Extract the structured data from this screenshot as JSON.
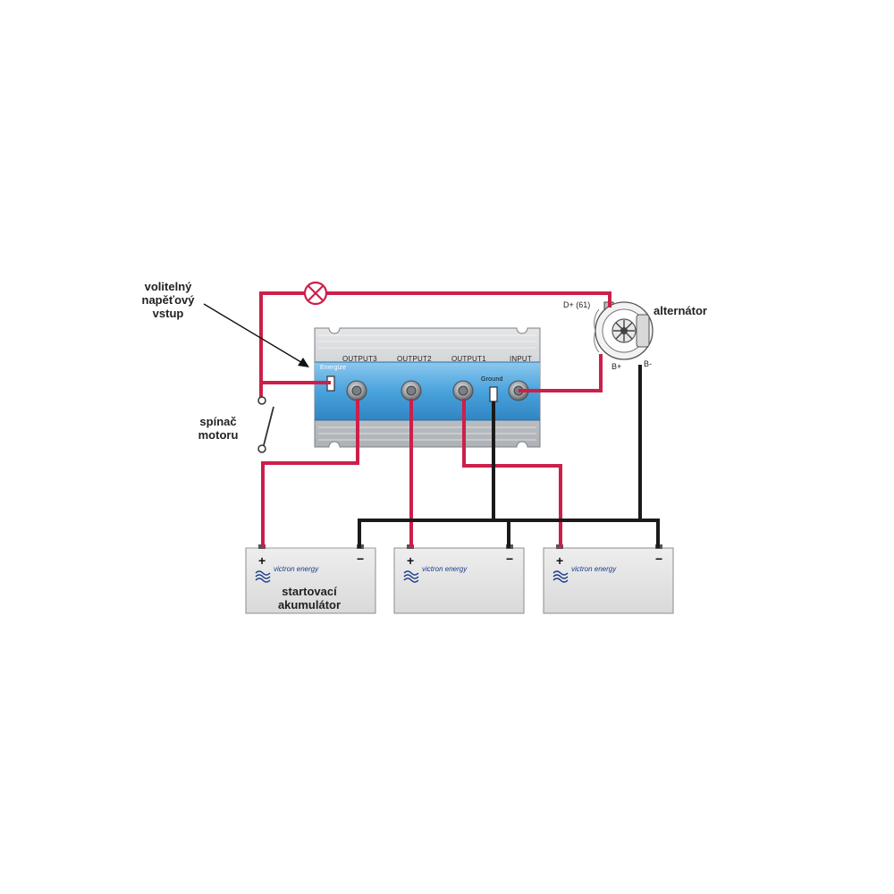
{
  "labels": {
    "optional_input": [
      "volitelný",
      "napěťový",
      "vstup"
    ],
    "motor_switch": [
      "spínač",
      "motoru"
    ],
    "alternator": "alternátor",
    "starter_battery": [
      "startovací",
      "akumulátor"
    ]
  },
  "isolator": {
    "terminals": [
      "OUTPUT3",
      "OUTPUT2",
      "OUTPUT1",
      "INPUT"
    ],
    "energize": "Energize",
    "ground": "Ground"
  },
  "alternator_terminals": {
    "d_plus": "D+ (61)",
    "b_plus": "B+",
    "b_minus": "B-"
  },
  "batteries": [
    {
      "brand": "victron energy",
      "plus": "+",
      "minus": "−"
    },
    {
      "brand": "victron energy",
      "plus": "+",
      "minus": "−"
    },
    {
      "brand": "victron energy",
      "plus": "+",
      "minus": "−"
    }
  ],
  "colors": {
    "positive_wire": "#cc1f4a",
    "negative_wire": "#1a1a1a",
    "isolator_blue": "#4aa3dd",
    "isolator_grey": "#c9cdd1",
    "battery_grey": "#e4e4e4"
  }
}
